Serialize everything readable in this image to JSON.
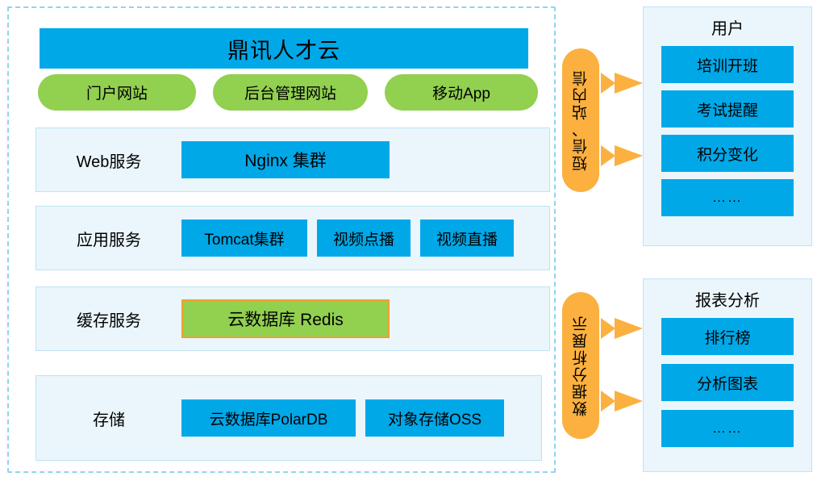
{
  "platform": {
    "title": "鼎讯人才云",
    "channels": [
      {
        "label": "门户网站"
      },
      {
        "label": "后台管理网站"
      },
      {
        "label": "移动App"
      }
    ],
    "tiers": [
      {
        "id": "web",
        "label": "Web服务",
        "items": [
          {
            "label": "Nginx 集群"
          }
        ]
      },
      {
        "id": "app",
        "label": "应用服务",
        "items": [
          {
            "label": "Tomcat集群"
          },
          {
            "label": "视频点播"
          },
          {
            "label": "视频直播"
          }
        ]
      },
      {
        "id": "cache",
        "label": "缓存服务",
        "items": [
          {
            "label": "云数据库 Redis"
          }
        ]
      },
      {
        "id": "storage",
        "label": "存储",
        "items": [
          {
            "label": "云数据库PolarDB"
          },
          {
            "label": "对象存储OSS"
          }
        ]
      }
    ]
  },
  "connectors": [
    {
      "id": "notify",
      "label": "短信、站内信",
      "arrow_icon": "double-right-arrow-icon"
    },
    {
      "id": "analytics",
      "label": "数据分析展示",
      "arrow_icon": "double-right-arrow-icon"
    }
  ],
  "outputs": [
    {
      "id": "users",
      "title": "用户",
      "items": [
        {
          "label": "培训开班"
        },
        {
          "label": "考试提醒"
        },
        {
          "label": "积分变化"
        },
        {
          "label": "……"
        }
      ]
    },
    {
      "id": "reports",
      "title": "报表分析",
      "items": [
        {
          "label": "排行榜"
        },
        {
          "label": "分析图表"
        },
        {
          "label": "……"
        }
      ]
    }
  ],
  "colors": {
    "primary_blue": "#00a8e8",
    "green": "#92d050",
    "orange": "#fbb040",
    "redis_border": "#eda030",
    "panel_bg": "#eaf6fc",
    "panel_border": "#bfe3f3",
    "dashed_border": "#8fd4f0"
  }
}
